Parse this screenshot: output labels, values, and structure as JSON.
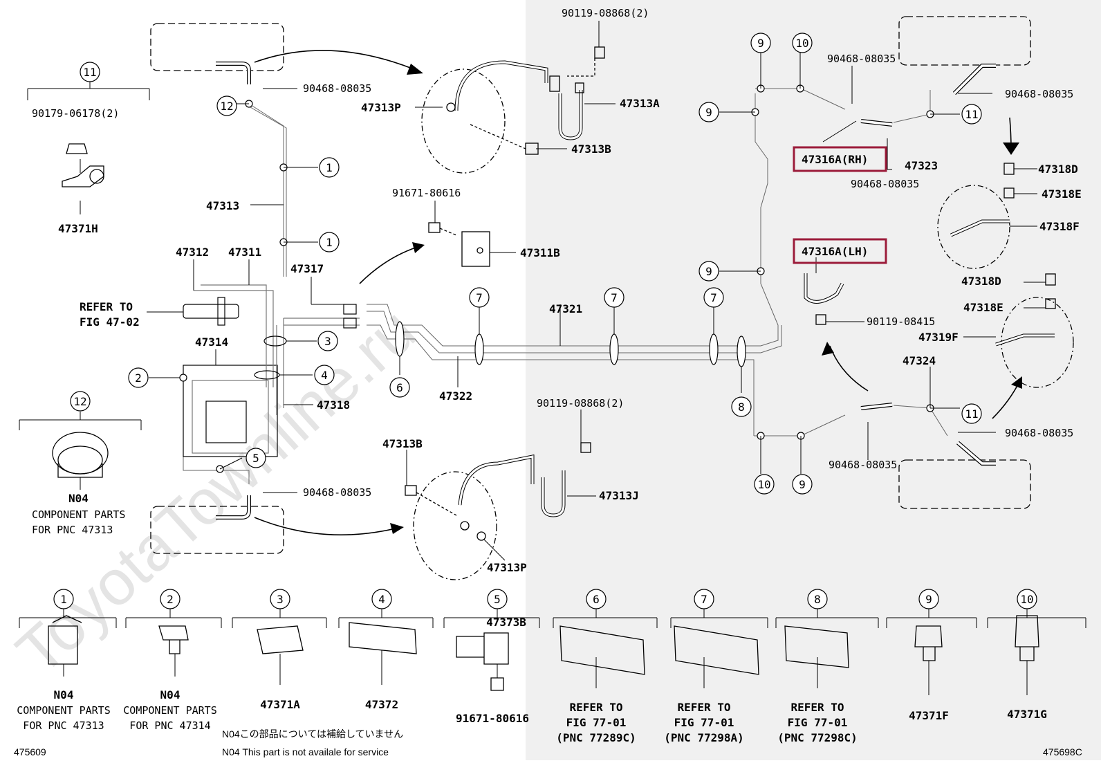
{
  "colors": {
    "highlight": "#9b1b3a",
    "right_panel_bg": "#f0f0f0",
    "line": "#000000",
    "pipe": "#6a6a6a",
    "watermark": "#e4e4e4"
  },
  "watermark": "ToyotaTownline.ru",
  "labels": {
    "p90119_08868_top": "90119-08868(2)",
    "p90468_top": "90468-08035",
    "p47313P_top": "47313P",
    "p47313A": "47313A",
    "p47313B_top": "47313B",
    "p91671_top": "91671-80616",
    "p47311B": "47311B",
    "p47313": "47313",
    "p47312": "47312",
    "p47311": "47311",
    "p47317": "47317",
    "refer_fig_47_02_a": "REFER TO",
    "refer_fig_47_02_b": "FIG 47-02",
    "p47314": "47314",
    "p47318": "47318",
    "p47321": "47321",
    "p47322": "47322",
    "p90119_08868_bot": "90119-08868(2)",
    "p47313B_bot": "47313B",
    "p90468_left_bot": "90468-08035",
    "p47313J": "47313J",
    "p47313P_bot": "47313P",
    "p90179": "90179-06178(2)",
    "p47371H": "47371H",
    "n04_left": "N04",
    "n04_left_a": "COMPONENT PARTS",
    "n04_left_b": "FOR PNC 47313",
    "p90468_r1": "90468-08035",
    "p90468_r2": "90468-08035",
    "p47316A_RH": "47316A(RH)",
    "p47323": "47323",
    "p90468_r3": "90468-08035",
    "p47318D_a": "47318D",
    "p47318E_a": "47318E",
    "p47318F": "47318F",
    "p47316A_LH": "47316A(LH)",
    "p47318D_b": "47318D",
    "p47318E_b": "47318E",
    "p47319F": "47319F",
    "p90119_08415": "90119-08415",
    "p47324": "47324",
    "p90468_r4": "90468-08035",
    "p90468_r5": "90468-08035"
  },
  "circles": {
    "c11_top": "11",
    "c12_left": "12",
    "c12_mid": "12",
    "c1_a": "1",
    "c1_b": "1",
    "c3": "3",
    "c4": "4",
    "c2": "2",
    "c5": "5",
    "c6": "6",
    "c7_a": "7",
    "c7_b": "7",
    "c7_c": "7",
    "c8": "8",
    "c9_a": "9",
    "c10_a": "10",
    "c9_b": "9",
    "c9_c": "9",
    "c11_r1": "11",
    "c11_r2": "11",
    "c10_b": "10",
    "c9_d": "9"
  },
  "bottom_legend": [
    {
      "num": "1",
      "lines": [
        "N04",
        "COMPONENT PARTS",
        "FOR PNC 47313"
      ]
    },
    {
      "num": "2",
      "lines": [
        "N04",
        "COMPONENT PARTS",
        "FOR PNC 47314"
      ]
    },
    {
      "num": "3",
      "lines": [
        "47371A"
      ]
    },
    {
      "num": "4",
      "lines": [
        "47372"
      ]
    },
    {
      "num": "5",
      "lines": [
        "47373B",
        "91671-80616"
      ]
    },
    {
      "num": "6",
      "lines": [
        "REFER TO",
        "FIG 77-01",
        "(PNC 77289C)"
      ]
    },
    {
      "num": "7",
      "lines": [
        "REFER TO",
        "FIG 77-01",
        "(PNC 77298A)"
      ]
    },
    {
      "num": "8",
      "lines": [
        "REFER TO",
        "FIG 77-01",
        "(PNC 77298C)"
      ]
    },
    {
      "num": "9",
      "lines": [
        "47371F"
      ]
    },
    {
      "num": "10",
      "lines": [
        "47371G"
      ]
    }
  ],
  "footer": {
    "left_code": "475609",
    "right_code": "475698C",
    "note_jp": "N04この部品については補給していません",
    "note_en": "N04 This part is not availale for service"
  }
}
